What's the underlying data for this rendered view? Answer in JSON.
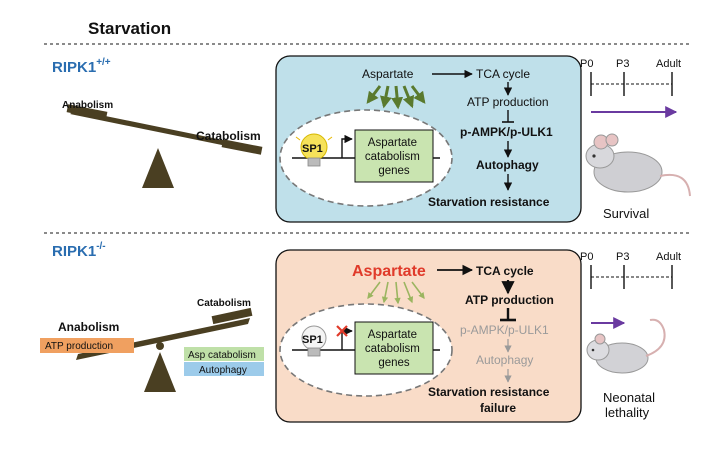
{
  "title": "Starvation",
  "top": {
    "genotype": "RIPK1",
    "genotype_sup": "+/+",
    "anabolism": "Anabolism",
    "catabolism": "Catabolism",
    "aspartate": "Aspartate",
    "tca": "TCA cycle",
    "atp": "ATP production",
    "ampk": "p-AMPK/p-ULK1",
    "autophagy": "Autophagy",
    "starv": "Starvation resistance",
    "sp1": "SP1",
    "genes": [
      "Aspartate",
      "catabolism",
      "genes"
    ],
    "timeline": [
      "P0",
      "P3",
      "Adult"
    ],
    "outcome": "Survival"
  },
  "bottom": {
    "genotype": "RIPK1",
    "genotype_sup": "-/-",
    "anabolism": "Anabolism",
    "catabolism": "Catabolism",
    "atp_tag": "ATP production",
    "asp_cat_tag": "Asp catabolism",
    "autophagy_tag": "Autophagy",
    "aspartate": "Aspartate",
    "tca": "TCA cycle",
    "atp": "ATP production",
    "ampk": "p-AMPK/p-ULK1",
    "autophagy": "Autophagy",
    "starv1": "Starvation resistance",
    "starv2": "failure",
    "sp1": "SP1",
    "genes": [
      "Aspartate",
      "catabolism",
      "genes"
    ],
    "timeline": [
      "P0",
      "P3",
      "Adult"
    ],
    "outcome1": "Neonatal",
    "outcome2": "lethality"
  },
  "colors": {
    "panel_top": "#bfe0ea",
    "panel_bottom": "#f9dcc8",
    "gene_box": "#c9e4b0",
    "arrow_green": "#5a7a2e",
    "arrow_green_light": "#9bb560",
    "aspartate_red": "#e03a2a",
    "genotype_blue": "#2a6db0",
    "seesaw": "#4a3f22",
    "atp_tag": "#f0a060",
    "asp_tag": "#bfe0a8",
    "auto_tag": "#9ccbea",
    "purple": "#6a3aa0",
    "grey": "#9a9a9a"
  }
}
